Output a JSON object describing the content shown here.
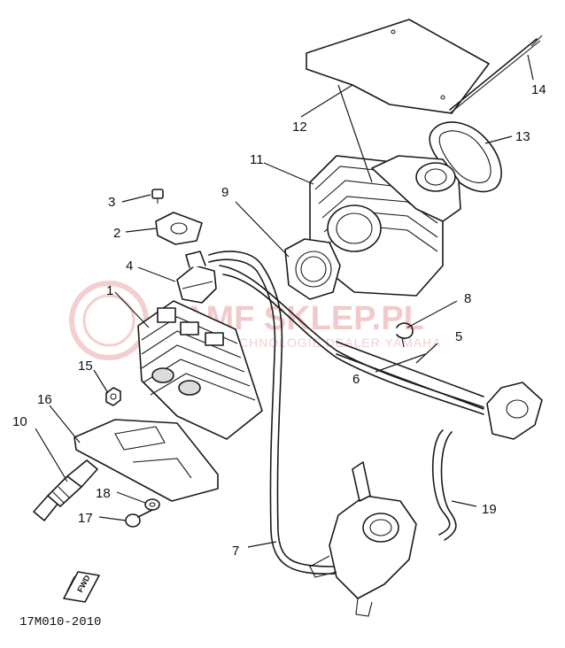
{
  "diagram": {
    "part_code": "17M010-2010",
    "watermark_main": "AMF SKLEP.PL",
    "watermark_sub": "TECHNOLOGIE DEALER YAMAHA",
    "fwd_label": "FWD",
    "callouts": [
      "1",
      "2",
      "3",
      "4",
      "5",
      "6",
      "7",
      "8",
      "9",
      "10",
      "11",
      "12",
      "13",
      "14",
      "15",
      "16",
      "17",
      "18",
      "19"
    ]
  }
}
